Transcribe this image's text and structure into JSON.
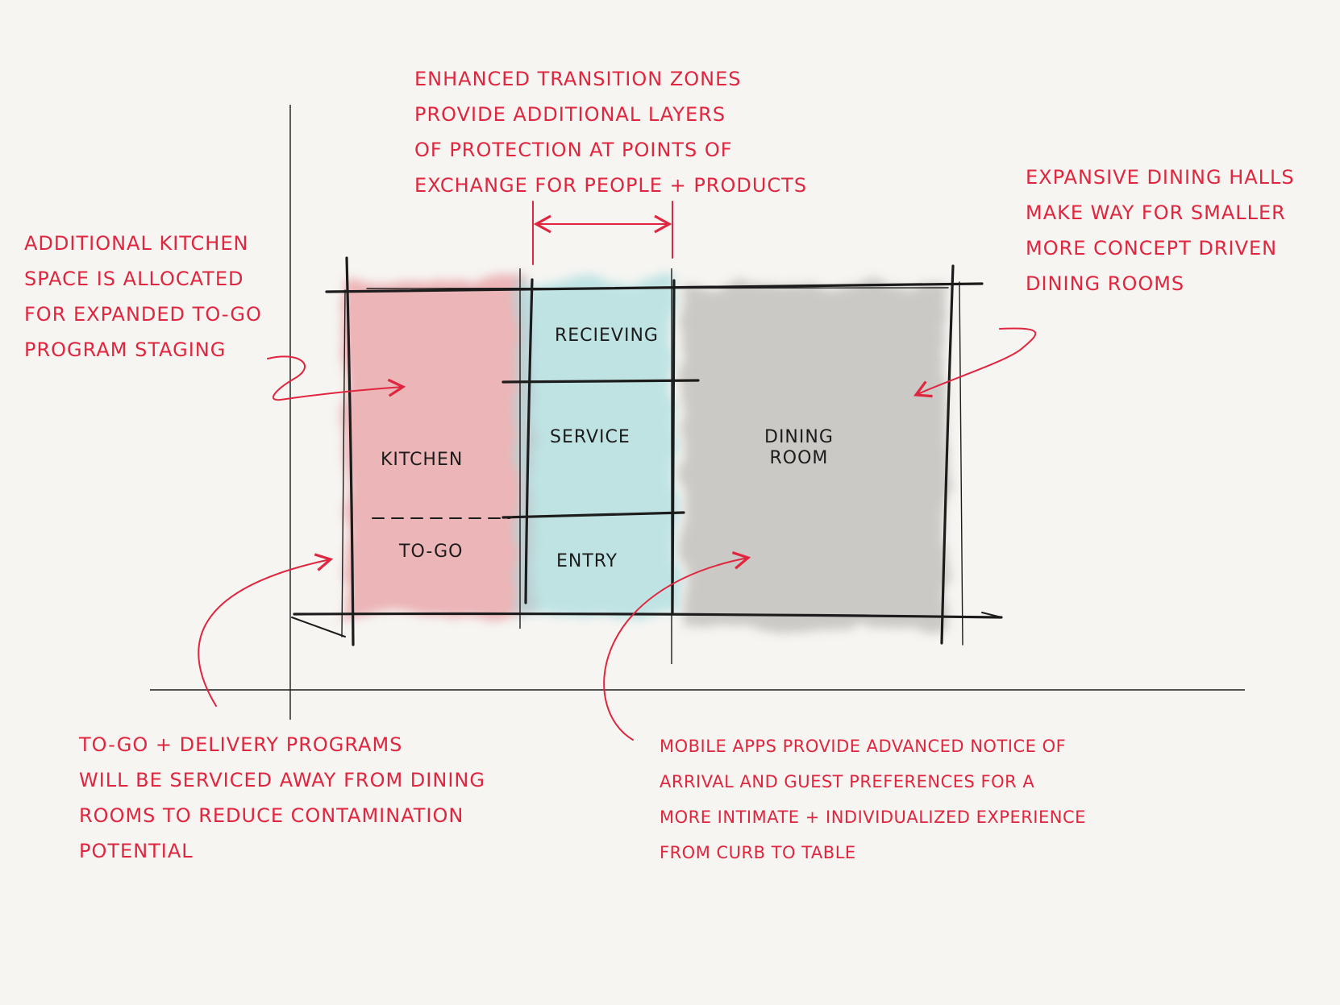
{
  "colors": {
    "paper": "#f6f5f2",
    "annotation": "#e0263f",
    "ink": "#1c1c1c",
    "kitchen_wash": "#e89a9f",
    "transition_wash": "#a8dcde",
    "dining_wash": "#bdbbb7"
  },
  "rooms": {
    "kitchen": "Kitchen",
    "to_go": "To-Go",
    "receiving": "Recieving",
    "service": "Service",
    "entry": "Entry",
    "dining_line1": "Dining",
    "dining_line2": "Room"
  },
  "notes": {
    "transition_zones": [
      "Enhanced transition zones",
      "Provide additional layers",
      "of protection at points of",
      "exchange for people + products"
    ],
    "kitchen_space": [
      "Additional Kitchen",
      "space is allocated",
      "for expanded to-go",
      "program staging"
    ],
    "dining_halls": [
      "Expansive Dining Halls",
      "make way for smaller",
      "more concept driven",
      "Dining Rooms"
    ],
    "to_go_delivery": [
      "To-Go + Delivery Programs",
      "will be serviced away from Dining",
      "Rooms to Reduce contamination",
      "Potential"
    ],
    "mobile_apps": [
      "Mobile Apps Provide Advanced Notice of",
      "Arrival and Guest Preferences for a",
      "more intimate + individualized experience",
      "from curb to table"
    ]
  }
}
